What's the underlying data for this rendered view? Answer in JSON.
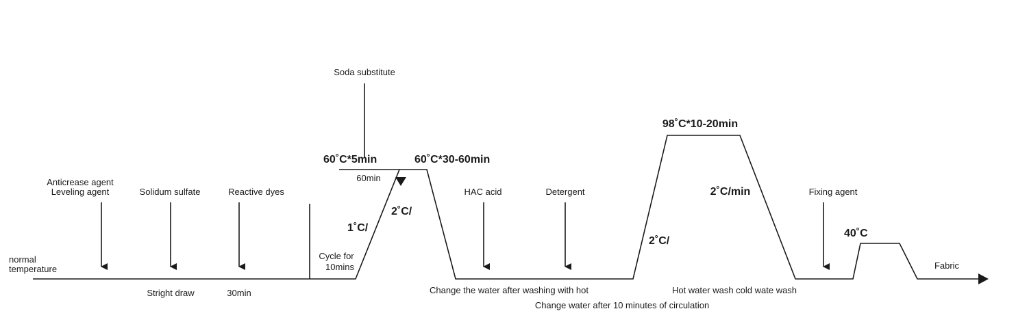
{
  "labels": {
    "soda_substitute": "Soda substitute",
    "temp_60_5": "60˚C*5min",
    "temp_60_30_60": "60˚C*30-60min",
    "min_60": "60min",
    "temp_98": "98˚C*10-20min",
    "anticrease": "Anticrease agent",
    "leveling": "Leveling agent",
    "solidum": "Solidum sulfate",
    "reactive": "Reactive dyes",
    "hac": "HAC acid",
    "detergent": "Detergent",
    "rate_2_min": "2˚C/min",
    "fixing": "Fixing agent",
    "rate_1": "1˚C/",
    "rate_2a": "2˚C/",
    "rate_2b": "2˚C/",
    "temp_40": "40˚C",
    "normal": "normal",
    "temperature": "temperature",
    "cycle_for": "Cycle for",
    "cycle_mins": "10mins",
    "fabric": "Fabric",
    "stright_draw": "Stright draw",
    "min_30": "30min",
    "change_water_hot": "Change the water after washing with hot",
    "hot_cold_wash": "Hot water wash cold wate wash",
    "change_water_10": "Change water after 10 minutes of circulation"
  },
  "colors": {
    "ink": "#1a1a1a",
    "background": "#ffffff"
  }
}
